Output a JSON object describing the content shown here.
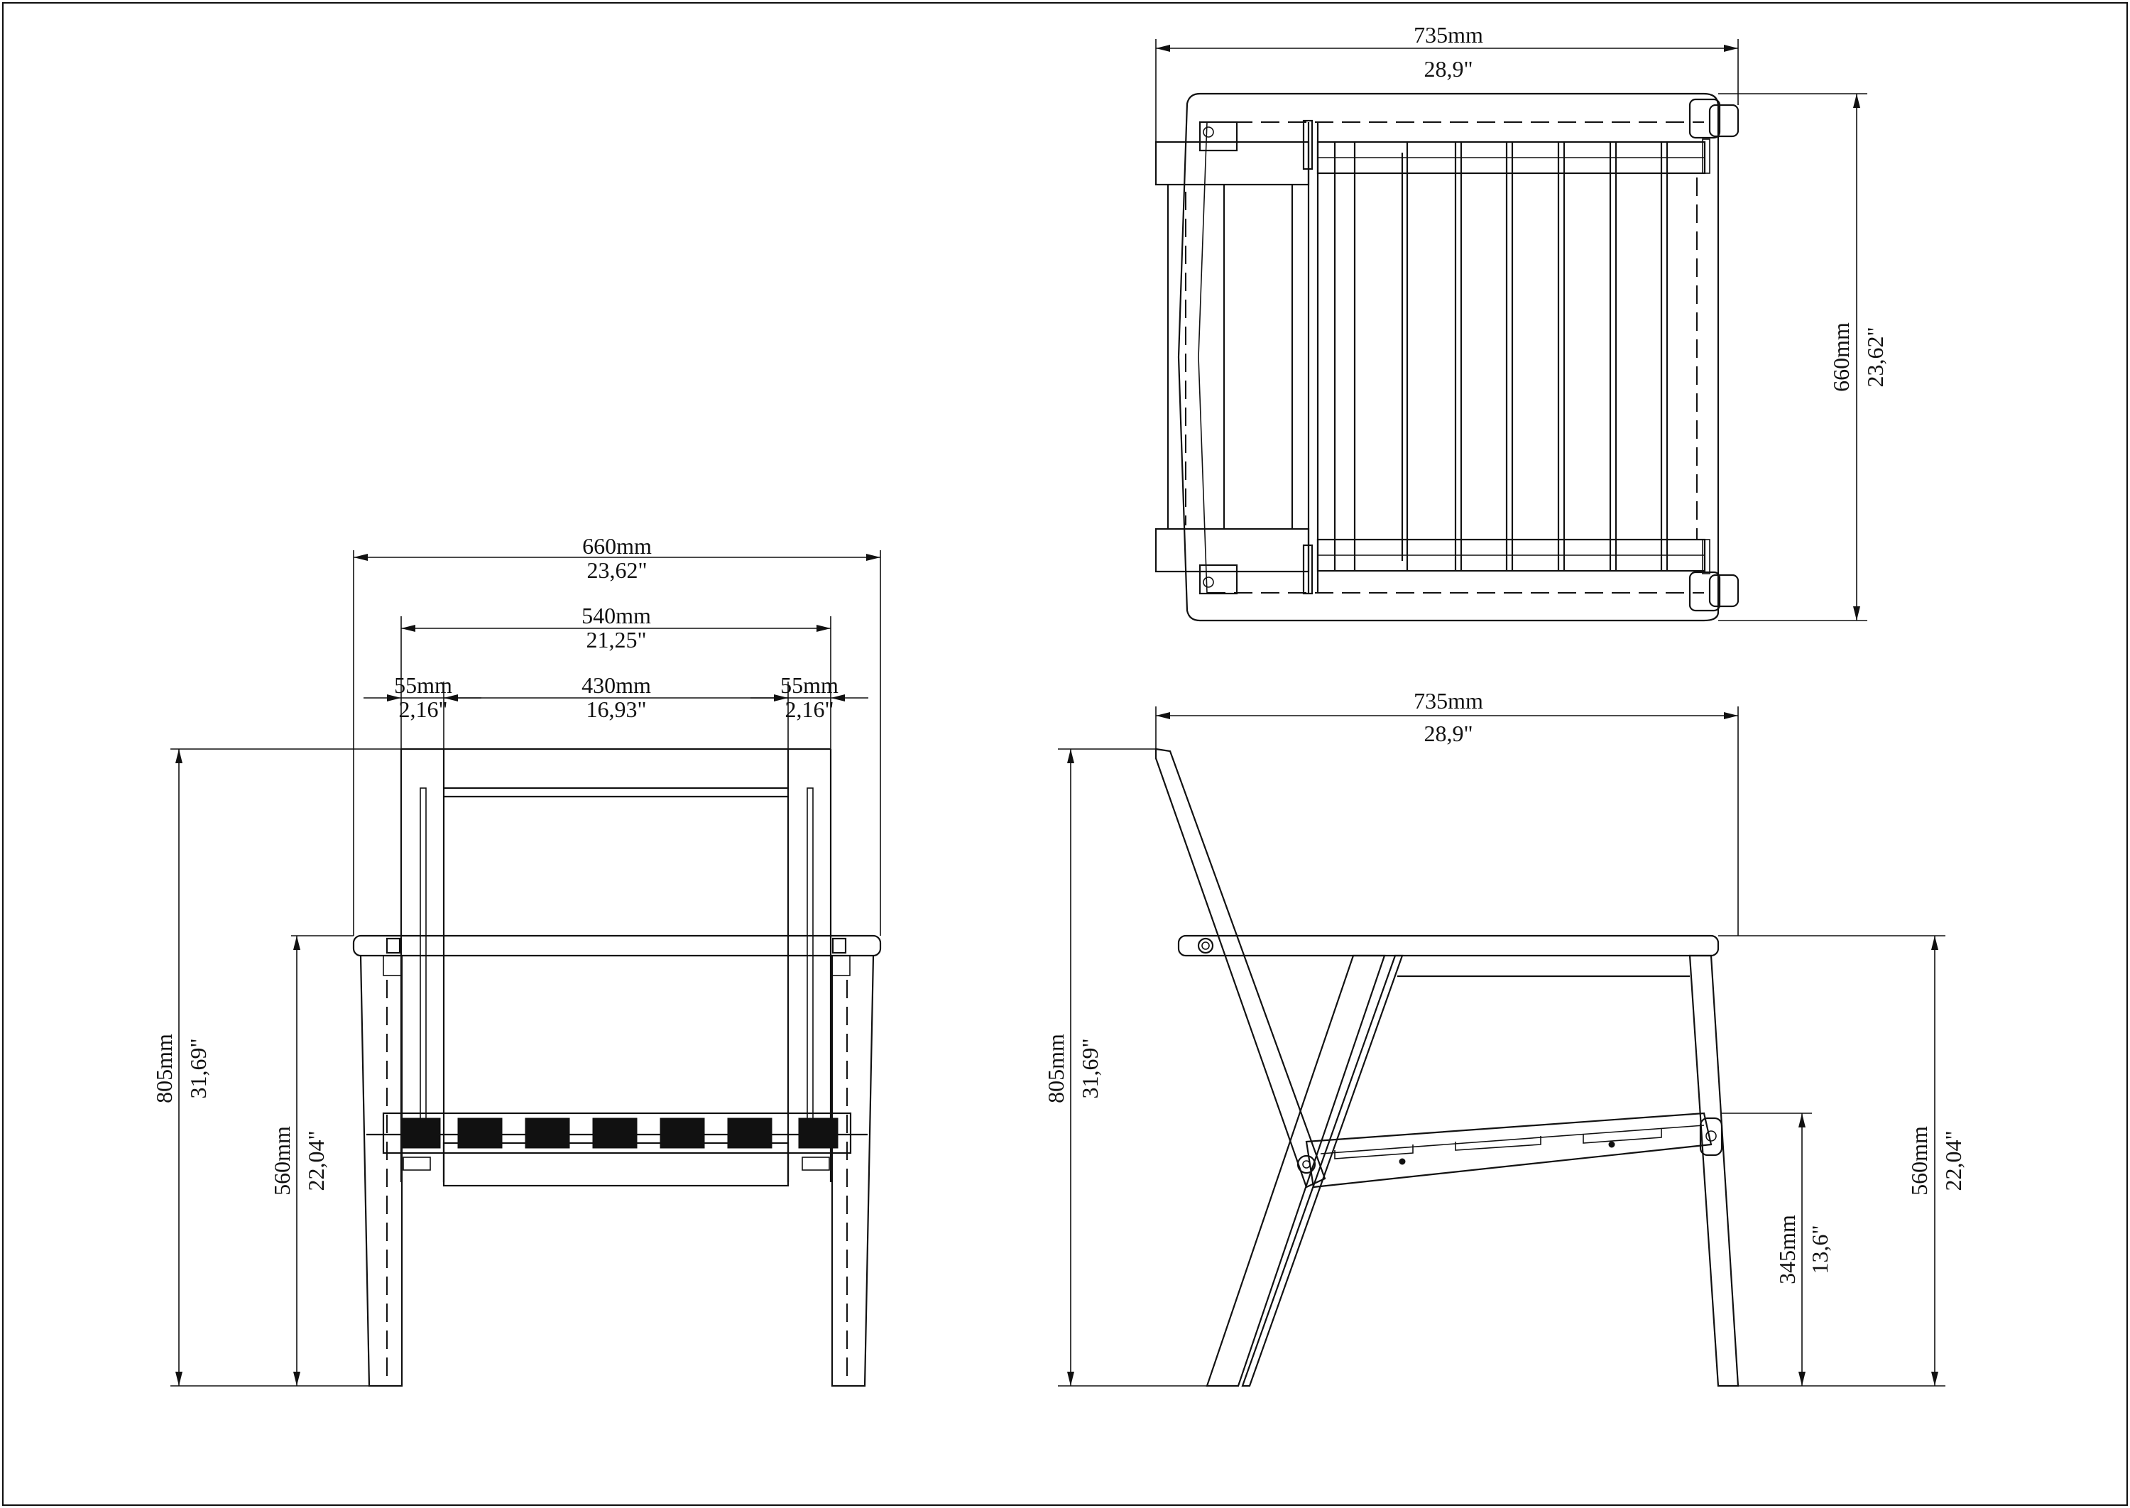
{
  "drawing": {
    "front_view": {
      "overall_width": {
        "mm": "660mm",
        "in": "23,62\""
      },
      "frame_width": {
        "mm": "540mm",
        "in": "21,25\""
      },
      "left_leg": {
        "mm": "55mm",
        "in": "2,16\""
      },
      "inner_width": {
        "mm": "430mm",
        "in": "16,93\""
      },
      "right_leg": {
        "mm": "55mm",
        "in": "2,16\""
      },
      "total_height": {
        "mm": "805mm",
        "in": "31,69\""
      },
      "arm_height": {
        "mm": "560mm",
        "in": "22,04\""
      }
    },
    "top_view": {
      "depth": {
        "mm": "735mm",
        "in": "28,9\""
      },
      "width": {
        "mm": "660mm",
        "in": "23,62\""
      }
    },
    "side_view": {
      "depth": {
        "mm": "735mm",
        "in": "28,9\""
      },
      "total_height": {
        "mm": "805mm",
        "in": "31,69\""
      },
      "arm_height": {
        "mm": "560mm",
        "in": "22,04\""
      },
      "seat_height": {
        "mm": "345mm",
        "in": "13,6\""
      }
    }
  }
}
